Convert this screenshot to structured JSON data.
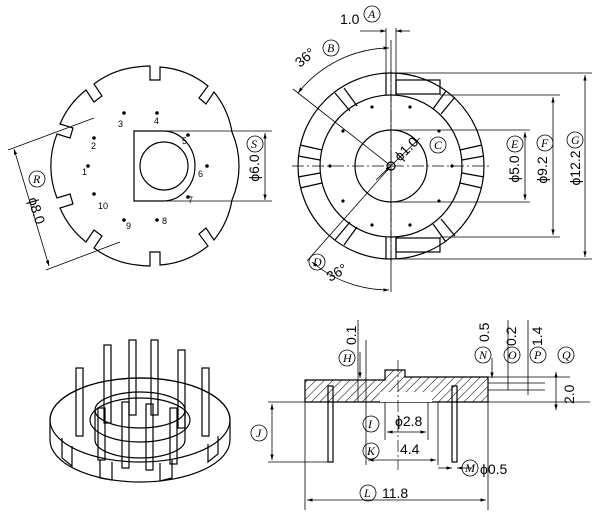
{
  "view_top_left": {
    "pin_numbers": [
      "1",
      "2",
      "3",
      "4",
      "5",
      "6",
      "7",
      "8",
      "9",
      "10"
    ],
    "dim_R": {
      "letter": "R",
      "value": "ϕ8.0"
    },
    "dim_S": {
      "letter": "S",
      "value": "ϕ6.0"
    }
  },
  "view_top_right": {
    "dim_A": {
      "letter": "A",
      "value": "1.0"
    },
    "dim_B": {
      "letter": "B",
      "value": "36°"
    },
    "dim_C": {
      "letter": "C",
      "value": "ϕ1.0"
    },
    "dim_D": {
      "letter": "D",
      "value": "36°"
    },
    "dim_E": {
      "letter": "E",
      "value": "ϕ5.0"
    },
    "dim_F": {
      "letter": "F",
      "value": "ϕ9.2"
    },
    "dim_G": {
      "letter": "G",
      "value": "ϕ12.2"
    }
  },
  "view_section": {
    "dim_H": {
      "letter": "H",
      "value": "0.1"
    },
    "dim_N": {
      "letter": "N",
      "value": "0.5"
    },
    "dim_O": {
      "letter": "O",
      "value": "0.2"
    },
    "dim_P": {
      "letter": "P",
      "value": "1.4"
    },
    "dim_Q": {
      "letter": "Q",
      "value": "2.0"
    },
    "dim_I": {
      "letter": "I",
      "value": "ϕ2.8"
    },
    "dim_J": {
      "letter": "J"
    },
    "dim_K": {
      "letter": "K",
      "value": "4.4"
    },
    "dim_L": {
      "letter": "L",
      "value": "11.8"
    },
    "dim_M": {
      "letter": "M",
      "value": "ϕ0.5"
    }
  }
}
